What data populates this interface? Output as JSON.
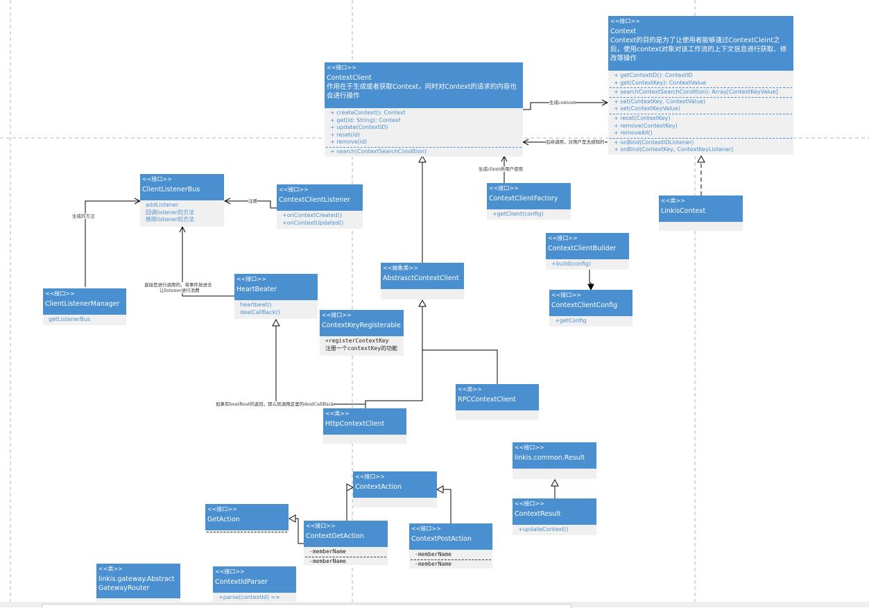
{
  "classes": {
    "context": {
      "stereo": "<<接口>>",
      "name": "Context",
      "desc": "Context的目的是为了让使用者能够通过ContextCleint之后，使用context对象对该工作流的上下文信息进行获取、修改等操作",
      "methods": [
        "+ getContextID(): ContextID",
        "+ get(ContextKey): ContextValue",
        "---",
        "+ searchContextSearchCondition): Array[ContextKeyValue]",
        "---",
        "+ set(ContextKey, ContextValue)",
        "+ set(ContextKeyValue)",
        "---",
        "+ reset(ContextKey)",
        "+ remove(ContextKey)",
        "+ removeAll()",
        "---",
        "+ onBind(ContextIDListener)",
        "+ onBind(ContextKey, ContextKeyListener)"
      ]
    },
    "contextClient": {
      "stereo": "<<接口>>",
      "name": "ContextClient",
      "desc": "作用在于生成或者获取Context，同时对Context的请求的内容也会进行操作",
      "methods": [
        "+ createContext(): Context",
        "+ get(id: String): Context",
        "+ update(ContextID)",
        "+ reset(id)",
        "+ remove(id)",
        "---",
        "+ search(ContextSearchCondition)"
      ]
    },
    "clientListenerBus": {
      "stereo": "<<接口>>",
      "name": "ClientListenerBus",
      "methods": [
        "addListener",
        "回调listener的方法",
        "移除listener的方法"
      ]
    },
    "contextClientListener": {
      "stereo": "<<接口>>",
      "name": "ContextClientListener",
      "methods": [
        "+onContextCreated()",
        "+onContextUpdated()"
      ]
    },
    "contextClientFactory": {
      "stereo": "<<接口>>",
      "name": "ContextClientFactory",
      "methods": [
        "+getClient(config)"
      ]
    },
    "linkisContext": {
      "stereo": "<<类>>",
      "name": "LinkisContext",
      "methods": []
    },
    "contextClientBuilder": {
      "stereo": "<<接口>>",
      "name": "ContextClientBuilder",
      "methods": [
        "+build(config)"
      ]
    },
    "contextClientConfig": {
      "stereo": "<<接口>>",
      "name": "ContextClientConfig",
      "methods": [
        "+getConfig"
      ]
    },
    "abstractContextClient": {
      "stereo": "<<抽象类>>",
      "name": "AbstrasctContextClient",
      "methods": []
    },
    "heartBeater": {
      "stereo": "<<接口>>",
      "name": "HeartBeater",
      "methods": [
        "heartbeat()",
        "dealCallBack()"
      ]
    },
    "clientListenerManager": {
      "stereo": "<<接口>>",
      "name": "ClientListenerManager",
      "methods": [
        "getListenerBus"
      ]
    },
    "contextKeyRegisterable": {
      "stereo": "<<接口>>",
      "name": "ContextKeyRegisterable",
      "methods": [
        "+registerContextKey",
        "注册一个contextKey的功能"
      ]
    },
    "rpcContextClient": {
      "stereo": "<<类>>",
      "name": "RPCContextClient",
      "methods": []
    },
    "httpContextClient": {
      "stereo": "<<类>>",
      "name": "HttpContextClient",
      "methods": []
    },
    "linkisCommonResult": {
      "stereo": "<<接口>>",
      "name": "linkis.common.Result",
      "methods": []
    },
    "contextResult": {
      "stereo": "<<接口>>",
      "name": "ContextResult",
      "methods": [
        "+updateContext()"
      ]
    },
    "contextAction": {
      "stereo": "<<接口>>",
      "name": "ContextAction",
      "methods": []
    },
    "getAction": {
      "stereo": "<<接口>>",
      "name": "GetAction",
      "methods": []
    },
    "contextGetAction": {
      "stereo": "<<接口>>",
      "name": "ContextGetAction",
      "methods": [
        "-memberName",
        "---",
        "-memberName"
      ]
    },
    "contextPostAction": {
      "stereo": "<<接口>>",
      "name": "ContextPostAction",
      "methods": [
        "-memberName",
        "---",
        "-memberName"
      ]
    },
    "abstractGatewayRouter": {
      "stereo": "<<类>>",
      "name": "linkis.gateway.AbstractGatewayRouter",
      "methods": []
    },
    "contextIdParser": {
      "stereo": "<<接口>>",
      "name": "ContextIdParser",
      "methods": [
        "+parse(contextId) =>"
      ]
    }
  },
  "labels": {
    "genContext": "生成context",
    "laterCall": "后续调用，对用户是无感知的",
    "genClient": "生成client供用户使用",
    "genMethod": "生成的方法",
    "register": "注册",
    "directCall1": "直接是进行调用的，将事件放进去",
    "directCall2": "让listener进行消费",
    "heartbeatCallback": "如果有heatBeat的返回，那么就调用这里的dealCallBack"
  },
  "colors": {
    "header": "#4a8fd0",
    "body": "#f0f0f0",
    "line": "#000000",
    "guide": "#b0b0b0"
  }
}
